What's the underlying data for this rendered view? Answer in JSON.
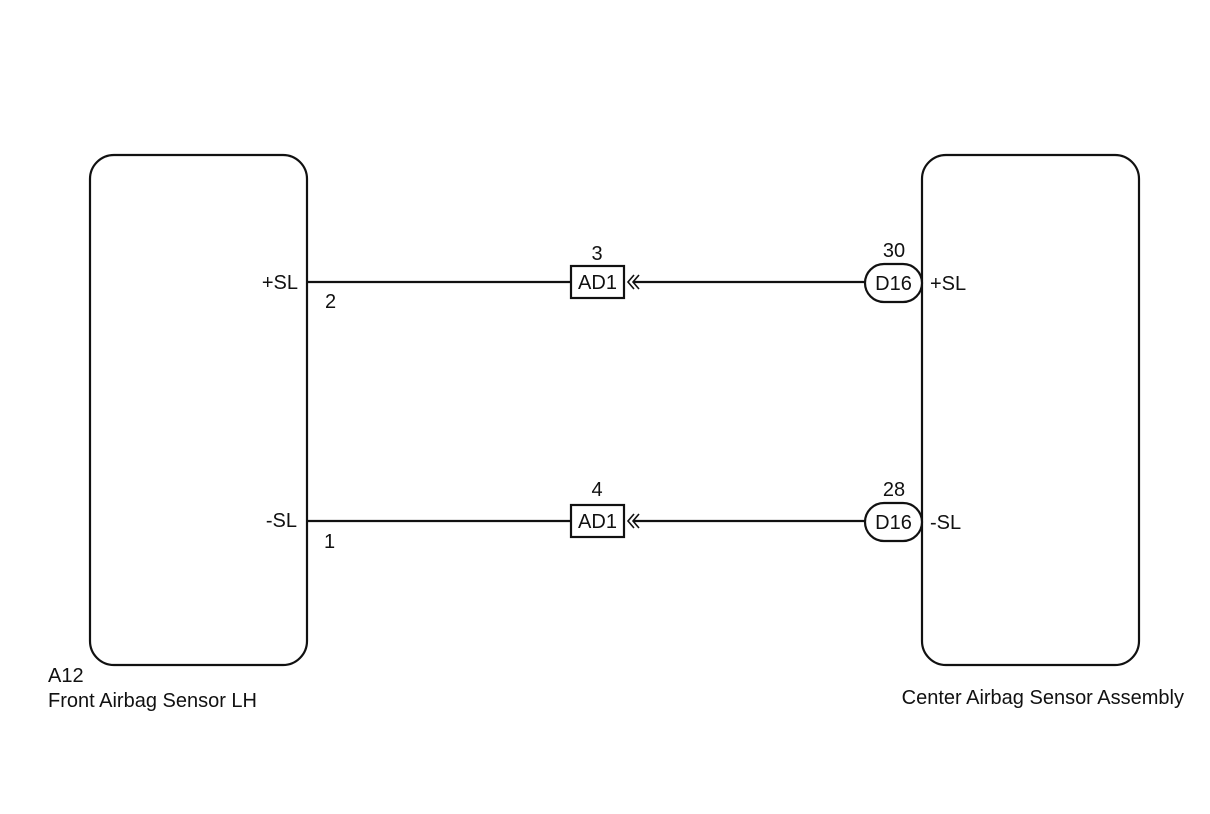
{
  "components": {
    "left": {
      "code": "A12",
      "name": "Front Airbag Sensor LH",
      "pins": {
        "plus_label": "+SL",
        "plus_pin": "2",
        "minus_label": "-SL",
        "minus_pin": "1"
      }
    },
    "right": {
      "name": "Center Airbag Sensor Assembly",
      "pins": {
        "plus_label": "+SL",
        "minus_label": "-SL"
      }
    }
  },
  "wires": [
    {
      "junction": {
        "connector": "AD1",
        "pin": "3"
      },
      "ecu_connector": {
        "connector": "D16",
        "pin": "30"
      }
    },
    {
      "junction": {
        "connector": "AD1",
        "pin": "4"
      },
      "ecu_connector": {
        "connector": "D16",
        "pin": "28"
      }
    }
  ],
  "colors": {
    "line": "#111111",
    "background": "#ffffff"
  }
}
